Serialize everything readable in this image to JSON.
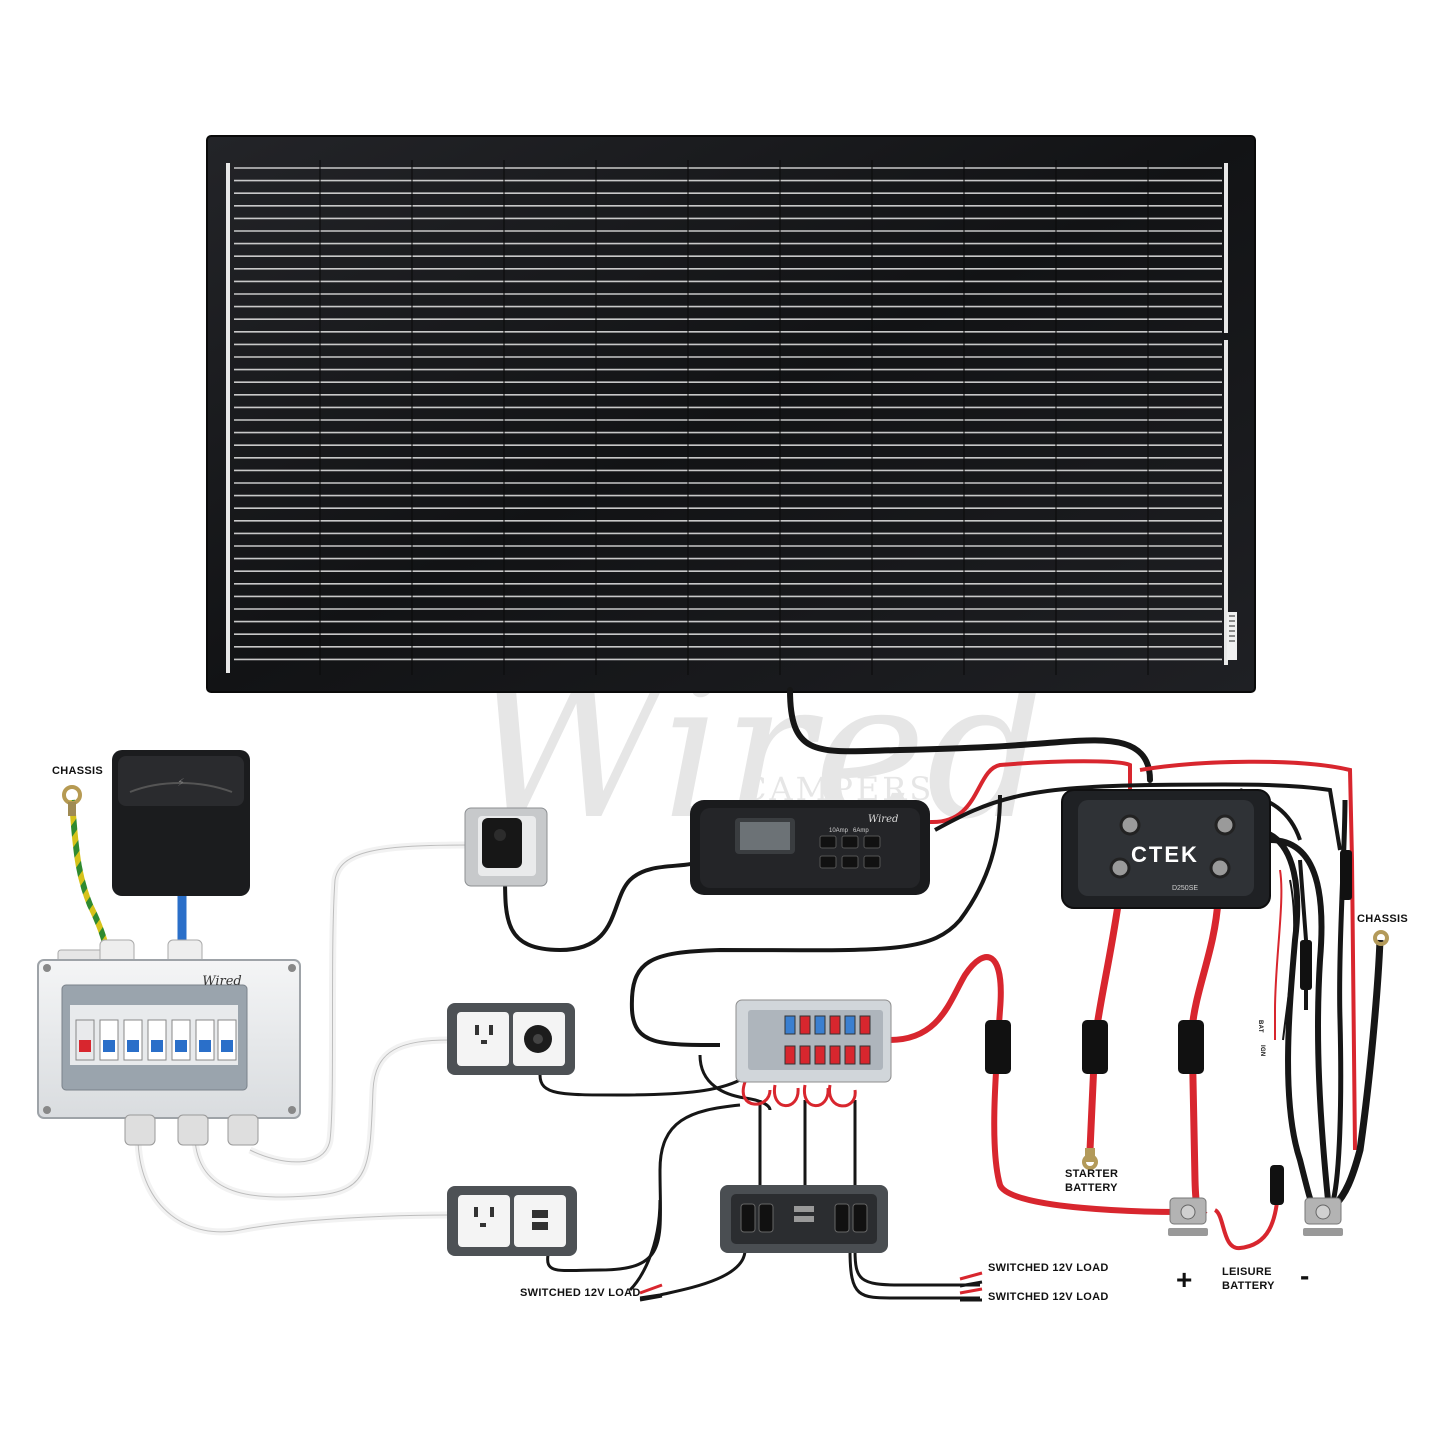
{
  "watermark": {
    "script": "Wired",
    "sub": "CAMPERS"
  },
  "labels": {
    "chassis_left": "CHASSIS",
    "chassis_right": "CHASSIS",
    "starter_battery_1": "STARTER",
    "starter_battery_2": "BATTERY",
    "leisure_battery_1": "LEISURE",
    "leisure_battery_2": "BATTERY",
    "switched_load_bottom": "SWITCHED 12V LOAD",
    "switched_load_right_1": "SWITCHED 12V LOAD",
    "switched_load_right_2": "SWITCHED 12V LOAD",
    "plus": "+",
    "minus": "-",
    "bat": "BAT",
    "ign": "IGN"
  },
  "devices": {
    "ctek_brand": "CTEK",
    "ctek_model": "D250SE",
    "consumer_unit_brand": "Wired",
    "charger_brand": "Wired",
    "charger_settings": [
      "10Amp",
      "6Amp"
    ]
  },
  "colors": {
    "wire_red": "#d8262e",
    "wire_black": "#161616",
    "wire_white": "#f2f2f2",
    "earth_green": "#2f8a2f",
    "earth_yellow": "#d6c21a",
    "solar_panel": "#1b1c1f",
    "ctek_body": "#2a2d31"
  }
}
